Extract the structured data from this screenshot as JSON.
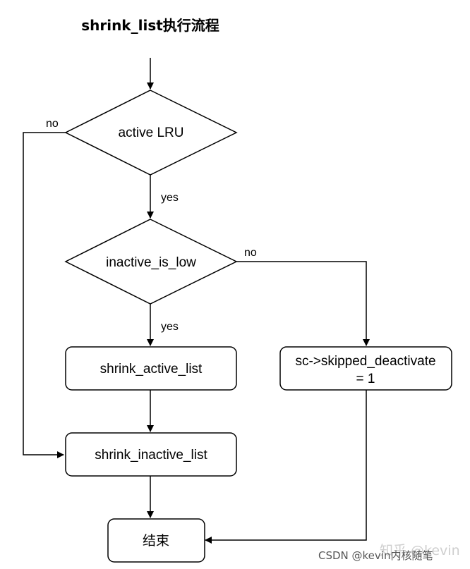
{
  "title": "shrink_list执行流程",
  "nodes": {
    "active_lru": "active LRU",
    "inactive_is_low": "inactive_is_low",
    "shrink_active_list": "shrink_active_list",
    "skipped_line1": "sc->skipped_deactivate",
    "skipped_line2": "= 1",
    "shrink_inactive_list": "shrink_inactive_list",
    "end": "结束"
  },
  "edges": {
    "active_no": "no",
    "active_yes": "yes",
    "inactive_no": "no",
    "inactive_yes": "yes"
  },
  "watermark": {
    "faint": "知乎 @kevin",
    "csdn": "CSDN @kevin内核随笔"
  }
}
